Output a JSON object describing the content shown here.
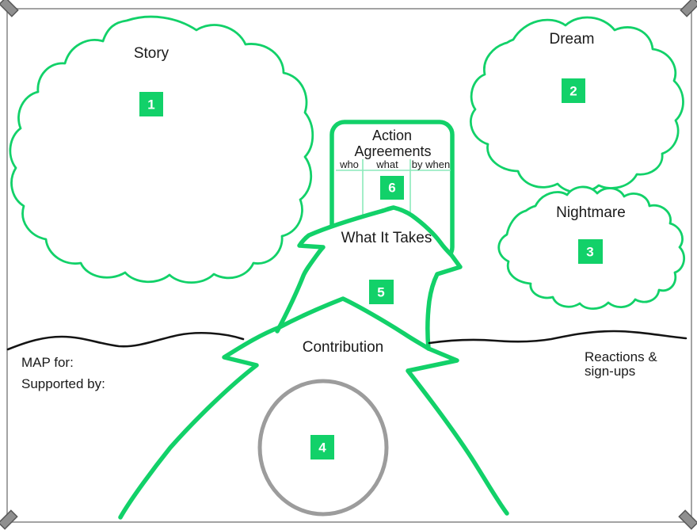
{
  "colors": {
    "accent_green": "#12D169",
    "light_green": "#8CE9BB",
    "ink": "#1a1a1a",
    "frame_gray": "#A3A3A3",
    "circle_gray": "#9C9C9C",
    "tape_gray": "#8F8F8F"
  },
  "clouds": {
    "story": {
      "label": "Story",
      "number": "1"
    },
    "dream": {
      "label": "Dream",
      "number": "2"
    },
    "nightmare": {
      "label": "Nightmare",
      "number": "3"
    }
  },
  "action_agreements": {
    "title_line1": "Action",
    "title_line2": "Agreements",
    "col_who": "who",
    "col_what": "what",
    "col_by_when": "by when",
    "number": "6"
  },
  "tree": {
    "what_it_takes": {
      "label": "What It Takes",
      "number": "5"
    },
    "contribution": {
      "label": "Contribution",
      "number": "4"
    }
  },
  "footer": {
    "map_for": "MAP for:",
    "supported_by": "Supported by:",
    "reactions_line1": "Reactions &",
    "reactions_line2": "sign-ups"
  }
}
